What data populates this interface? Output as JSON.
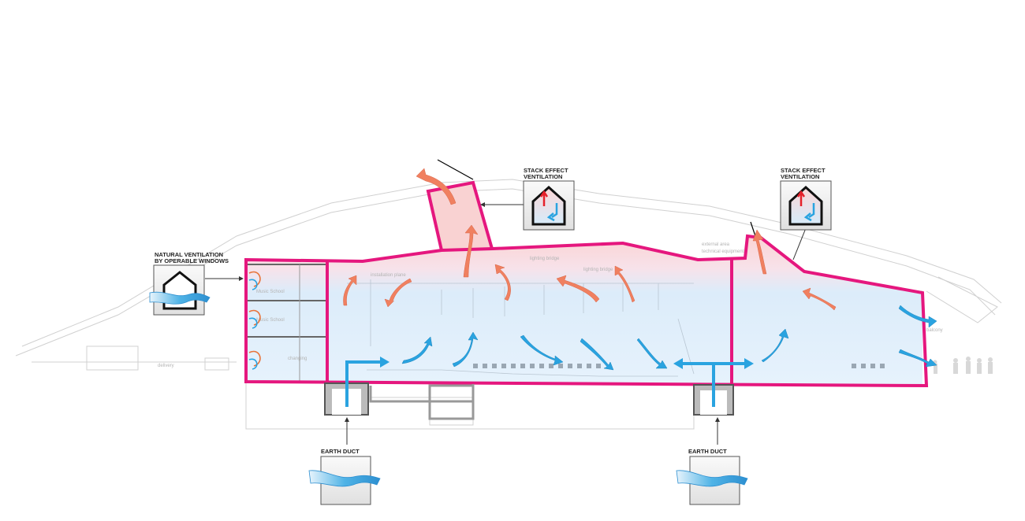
{
  "callouts": {
    "natural_ventilation": {
      "line1": "NATURAL VENTILATION",
      "line2": "BY OPERABLE WINDOWS"
    },
    "stack_effect_left": {
      "line1": "STACK EFFECT",
      "line2": "VENTILATION"
    },
    "stack_effect_right": {
      "line1": "STACK EFFECT",
      "line2": "VENTILATION"
    },
    "earth_duct_left": {
      "label": "EARTH DUCT"
    },
    "earth_duct_right": {
      "label": "EARTH DUCT"
    }
  },
  "background_labels": {
    "delivery": "delivery",
    "music_school_upper": "Music School",
    "music_school_lower": "Music School",
    "changing": "changing",
    "installation_plane": "installation plane",
    "lighting_bridge_1": "lighting bridge",
    "lighting_bridge_2": "lighting bridge",
    "external_area": "external area",
    "technical_equipment": "technical equipment",
    "balcony": "balcony"
  },
  "colors": {
    "envelope": "#e5177e",
    "warm_air": "#f08060",
    "cool_air": "#2aa3e0",
    "warm_zone": "#fbd9d9",
    "cool_zone": "#d9ecfa",
    "ground_structure": "#777777"
  }
}
